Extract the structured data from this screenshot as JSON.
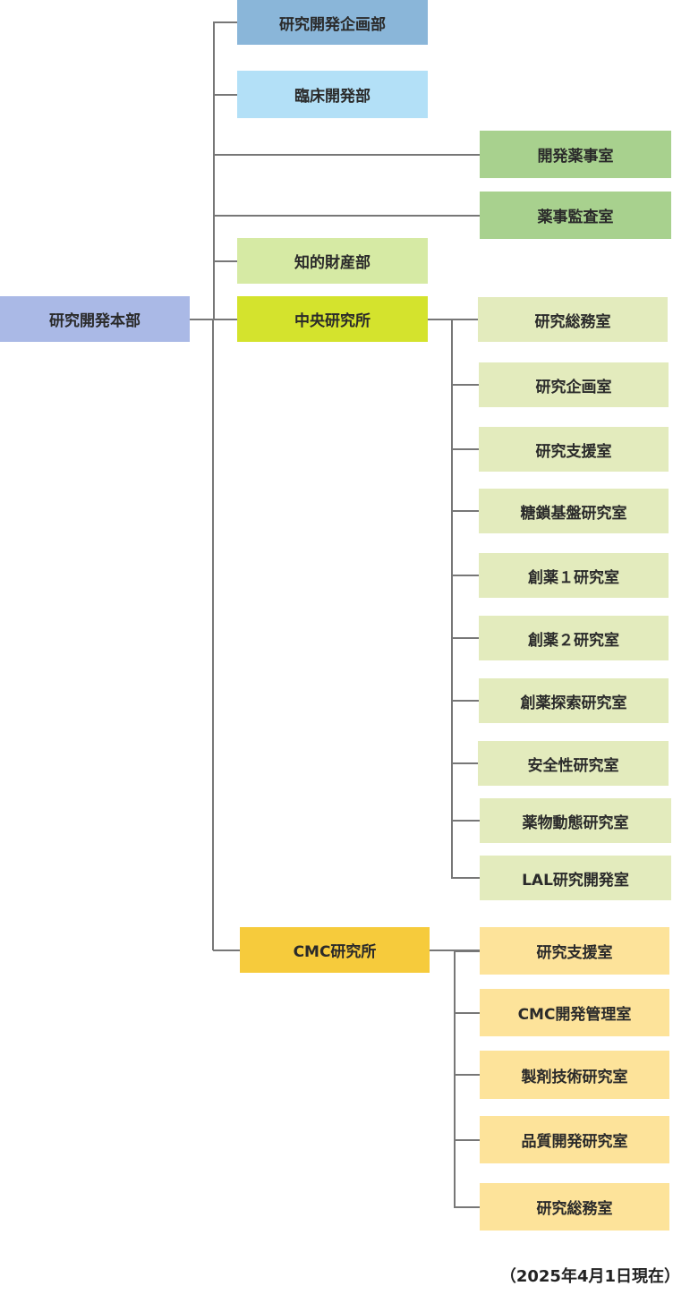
{
  "colors": {
    "line": "#777777",
    "root": "#aab9e6",
    "planning": "#8ab6d9",
    "clinical": "#b3e0f7",
    "regulatory": "#a8d18e",
    "ip": "#d6eaa4",
    "central_lab": "#d4e32d",
    "central_child": "#e3ebbd",
    "cmc_lab": "#f6cb3c",
    "cmc_child": "#fde39a"
  },
  "root": {
    "label": "研究開発本部"
  },
  "level1": [
    {
      "id": "planning",
      "label": "研究開発企画部",
      "color": "planning"
    },
    {
      "id": "clinical",
      "label": "臨床開発部",
      "color": "clinical"
    },
    {
      "id": "regulatory",
      "label": "開発薬事室",
      "color": "regulatory"
    },
    {
      "id": "audit",
      "label": "薬事監査室",
      "color": "regulatory"
    },
    {
      "id": "ip",
      "label": "知的財産部",
      "color": "ip"
    },
    {
      "id": "central",
      "label": "中央研究所",
      "color": "central_lab"
    },
    {
      "id": "cmc",
      "label": "CMC研究所",
      "color": "cmc_lab"
    }
  ],
  "central_children": [
    {
      "label": "研究総務室"
    },
    {
      "label": "研究企画室"
    },
    {
      "label": "研究支援室"
    },
    {
      "label": "糖鎖基盤研究室"
    },
    {
      "label": "創薬１研究室"
    },
    {
      "label": "創薬２研究室"
    },
    {
      "label": "創薬探索研究室"
    },
    {
      "label": "安全性研究室"
    },
    {
      "label": "薬物動態研究室"
    },
    {
      "label": "LAL研究開発室"
    }
  ],
  "cmc_children": [
    {
      "label": "研究支援室"
    },
    {
      "label": "CMC開発管理室"
    },
    {
      "label": "製剤技術研究室"
    },
    {
      "label": "品質開発研究室"
    },
    {
      "label": "研究総務室"
    }
  ],
  "date_note": "（2025年4月1日現在）"
}
